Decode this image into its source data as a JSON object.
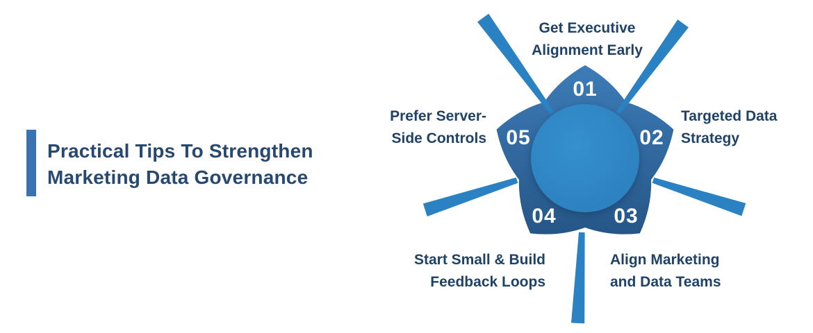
{
  "title": {
    "line1": "Practical Tips To Strengthen",
    "line2": "Marketing Data Governance"
  },
  "wheel": {
    "steps": [
      {
        "number": "01",
        "label_line1": "Get Executive",
        "label_line2": "Alignment Early"
      },
      {
        "number": "02",
        "label_line1": "Targeted Data",
        "label_line2": "Strategy"
      },
      {
        "number": "03",
        "label_line1": "Align Marketing",
        "label_line2": "and Data Teams"
      },
      {
        "number": "04",
        "label_line1": "Start Small & Build",
        "label_line2": "Feedback Loops"
      },
      {
        "number": "05",
        "label_line1": "Prefer Server-",
        "label_line2": "Side Controls"
      }
    ]
  },
  "colors": {
    "background": "#ffffff",
    "title_accent": "#3973b3",
    "title_text": "#27496f",
    "label_text": "#1f4266",
    "petal_gradient_top": "#3d7cb8",
    "petal_gradient_bottom": "#265687",
    "hub_fill": "#2b84c1",
    "spoke_fill": "#2b82c2",
    "step_number_text": "#ffffff"
  }
}
